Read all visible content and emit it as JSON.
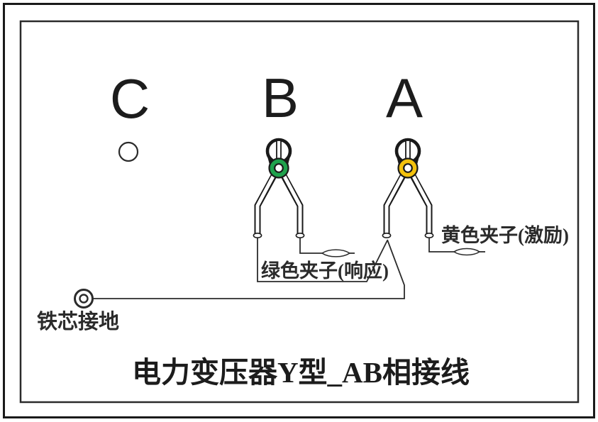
{
  "diagram": {
    "terminals": {
      "c": "C",
      "b": "B",
      "a": "A"
    },
    "labels": {
      "green_clamp": "绿色夹子(响应)",
      "yellow_clamp": "黄色夹子(激励)",
      "core_ground": "铁芯接地",
      "title": "电力变压器Y型_AB相接线"
    },
    "colors": {
      "green_ring": "#1FA24C",
      "yellow_ring": "#F4C20D",
      "line": "#2B2B2B",
      "outline": "#1A1A1A"
    }
  }
}
